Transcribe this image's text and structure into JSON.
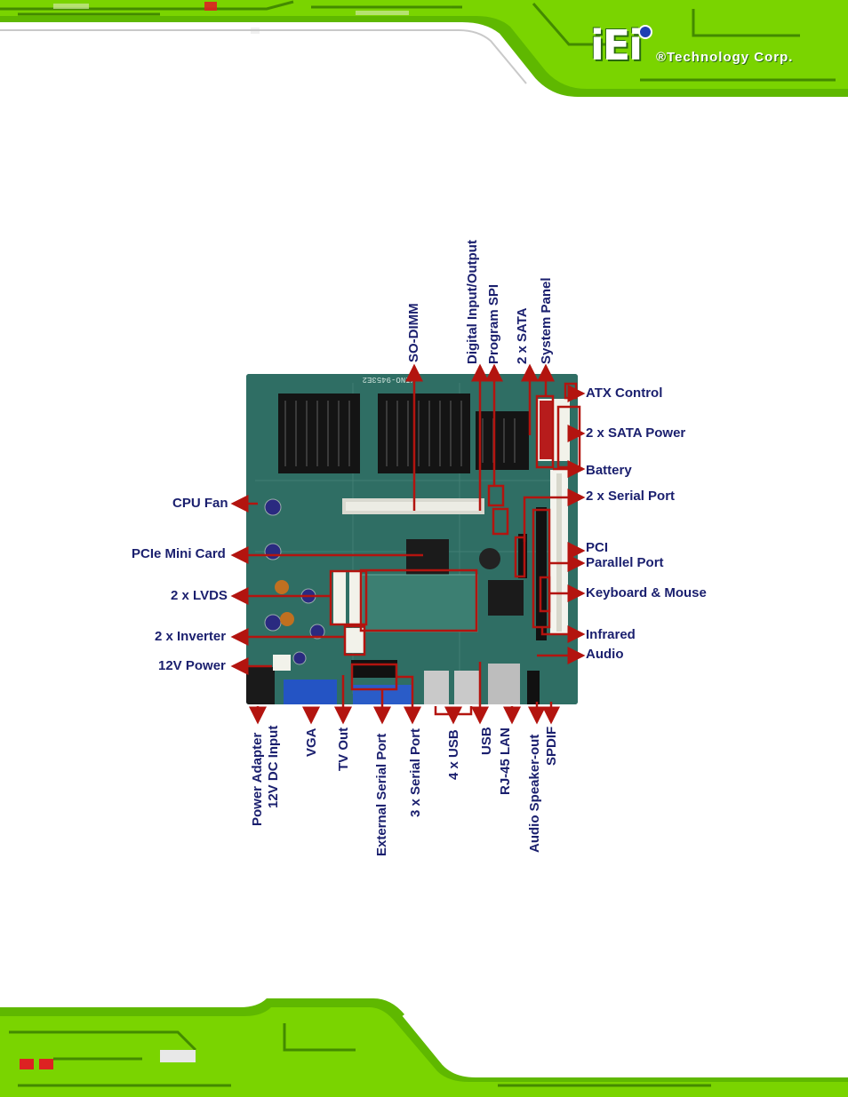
{
  "logo": {
    "mark": "iEi",
    "corp": "®Technology Corp."
  },
  "board": {
    "silk_model": "KINO-9453E2"
  },
  "labels": {
    "cpu_fan": "CPU Fan",
    "pcie_mini_card": "PCIe Mini Card",
    "lvds": "2 x LVDS",
    "inverter": "2 x Inverter",
    "power_12v": "12V Power",
    "atx_control": "ATX Control",
    "sata_power": "2 x SATA Power",
    "battery": "Battery",
    "serial_port_2": "2 x Serial Port",
    "pci": "PCI",
    "parallel_port": "Parallel Port",
    "keyboard_mouse": "Keyboard & Mouse",
    "infrared": "Infrared",
    "audio": "Audio",
    "so_dimm": "SO-DIMM",
    "digital_io": "Digital Input/Output",
    "program_spi": "Program SPI",
    "sata_2": "2 x SATA",
    "system_panel": "System Panel",
    "power_adapter": "Power Adapter",
    "dc_input": "12V DC Input",
    "vga": "VGA",
    "tv_out": "TV Out",
    "external_serial": "External Serial Port",
    "serial_port_3": "3 x Serial Port",
    "usb_4": "4 x USB",
    "usb": "USB",
    "rj45_lan": "RJ-45 LAN",
    "audio_speaker_out": "Audio Speaker-out",
    "spdif": "SPDIF"
  },
  "colors": {
    "label_text": "#1a1f6e",
    "arrow": "#b3140f",
    "pcb": "#2f6e64",
    "circuit_green": "#7ad400"
  }
}
